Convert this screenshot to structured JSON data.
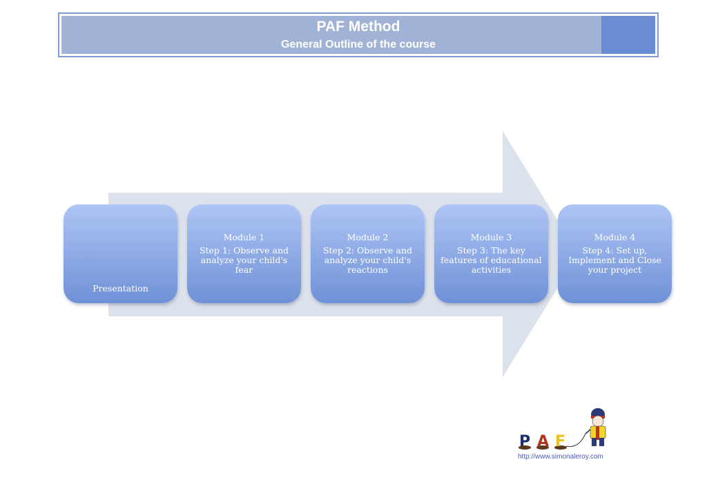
{
  "header": {
    "title": "PAF Method",
    "subtitle": "General Outline of the course",
    "colors": {
      "fill": "#a0b3d7",
      "accent": "#6a8cd2",
      "border": "#7f9ad6"
    }
  },
  "arrow": {
    "color": "#dce2ec",
    "direction": "right"
  },
  "steps": [
    {
      "module": "",
      "text": "Presentation"
    },
    {
      "module": "Module 1",
      "text": "Step 1: Observe and analyze your child's fear"
    },
    {
      "module": "Module 2",
      "text": "Step 2: Observe and analyze your child's reactions"
    },
    {
      "module": "Module 3",
      "text": "Step 3: The key features of  educational activities"
    },
    {
      "module": "Module 4",
      "text": "Step 4: Set up, Implement and Close your project"
    }
  ],
  "logo": {
    "letters": [
      "P",
      "A",
      "F"
    ],
    "url": "http://www.simonaleroy.com"
  }
}
